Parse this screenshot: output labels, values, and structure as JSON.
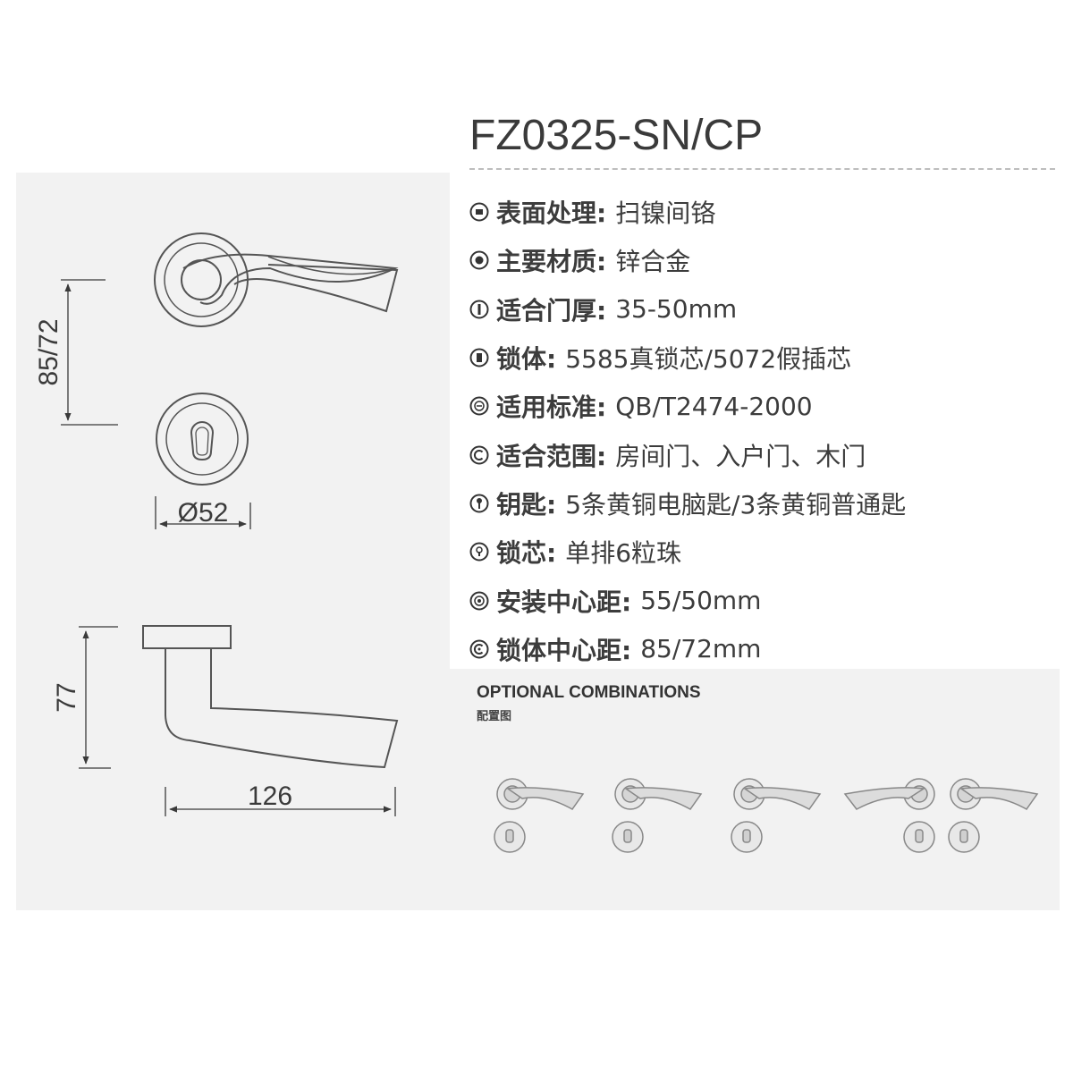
{
  "product": {
    "model": "FZ0325-SN/CP"
  },
  "dimensions": {
    "height_label": "85/72",
    "rose_diameter_label": "Ø52",
    "projection_label": "77",
    "length_label": "126"
  },
  "specs": [
    {
      "icon": "surface-icon",
      "label": "表面处理:",
      "value": "扫镍间铬"
    },
    {
      "icon": "material-icon",
      "label": "主要材质:",
      "value": "锌合金"
    },
    {
      "icon": "door-thickness-icon",
      "label": "适合门厚:",
      "value": "35-50mm"
    },
    {
      "icon": "lock-body-icon",
      "label": "锁体:",
      "value": "5585真锁芯/5072假插芯"
    },
    {
      "icon": "standard-icon",
      "label": "适用标准:",
      "value": "QB/T2474-2000"
    },
    {
      "icon": "scope-icon",
      "label": "适合范围:",
      "value": "房间门、入户门、木门"
    },
    {
      "icon": "key-icon",
      "label": "钥匙:",
      "value": "5条黄铜电脑匙/3条黄铜普通匙"
    },
    {
      "icon": "cylinder-icon",
      "label": "锁芯:",
      "value": "单排6粒珠"
    },
    {
      "icon": "install-distance-icon",
      "label": "安装中心距:",
      "value": "55/50mm"
    },
    {
      "icon": "backset-icon",
      "label": "锁体中心距:",
      "value": "85/72mm"
    }
  ],
  "optional": {
    "title": "OPTIONAL COMBINATIONS",
    "subtitle": "配置图"
  }
}
